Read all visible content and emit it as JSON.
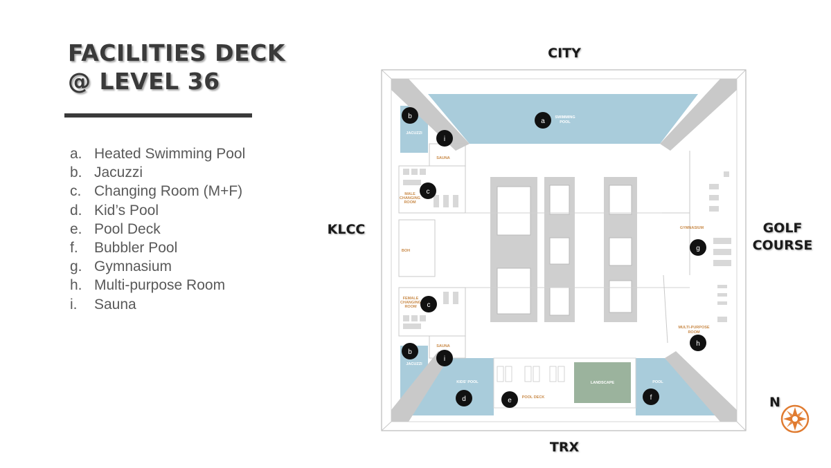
{
  "title": {
    "line1": "FACILITIES DECK",
    "line2": "@ LEVEL 36"
  },
  "legend": [
    {
      "key": "a.",
      "label": "Heated Swimming Pool"
    },
    {
      "key": "b.",
      "label": "Jacuzzi"
    },
    {
      "key": "c.",
      "label": "Changing Room (M+F)"
    },
    {
      "key": "d.",
      "label": "Kid’s Pool"
    },
    {
      "key": "e.",
      "label": "Pool Deck"
    },
    {
      "key": "f.",
      "label": "Bubbler Pool"
    },
    {
      "key": "g.",
      "label": "Gymnasium"
    },
    {
      "key": "h.",
      "label": "Multi-purpose Room"
    },
    {
      "key": "i.",
      "label": "Sauna"
    }
  ],
  "directions": {
    "top": "CITY",
    "left": "KLCC",
    "right_line1": "GOLF",
    "right_line2": "COURSE",
    "bottom": "TRX"
  },
  "compass": {
    "label": "N",
    "color": "#e07b30"
  },
  "plan": {
    "pool_color": "#a9ccdb",
    "landscape_color": "#9bb39d",
    "label_color": "#c98b4a",
    "room_labels": {
      "swimming_pool_1": "SWIMMING",
      "swimming_pool_2": "POOL",
      "jacuzzi_top": "JACUZZI",
      "jacuzzi_bottom": "JACUZZI",
      "sauna_top": "SAUNA",
      "sauna_bottom": "SAUNA",
      "male_changing_1": "MALE",
      "male_changing_2": "CHANGING",
      "male_changing_3": "ROOM",
      "female_changing_1": "FEMALE",
      "female_changing_2": "CHANGING",
      "female_changing_3": "ROOM",
      "boh": "BOH",
      "gymnasium": "GYMNASIUM",
      "multipurpose_1": "MULTI-PURPOSE",
      "multipurpose_2": "ROOM",
      "kids_pool": "KIDS' POOL",
      "pool_deck": "POOL DECK",
      "landscape": "LANDSCAPE",
      "bubbler_pool": "POOL"
    },
    "markers": {
      "a": "a",
      "b_top": "b",
      "b_bottom": "b",
      "c_top": "c",
      "c_bottom": "c",
      "d": "d",
      "e": "e",
      "f": "f",
      "g": "g",
      "h": "h",
      "i_top": "i",
      "i_bottom": "i"
    }
  }
}
